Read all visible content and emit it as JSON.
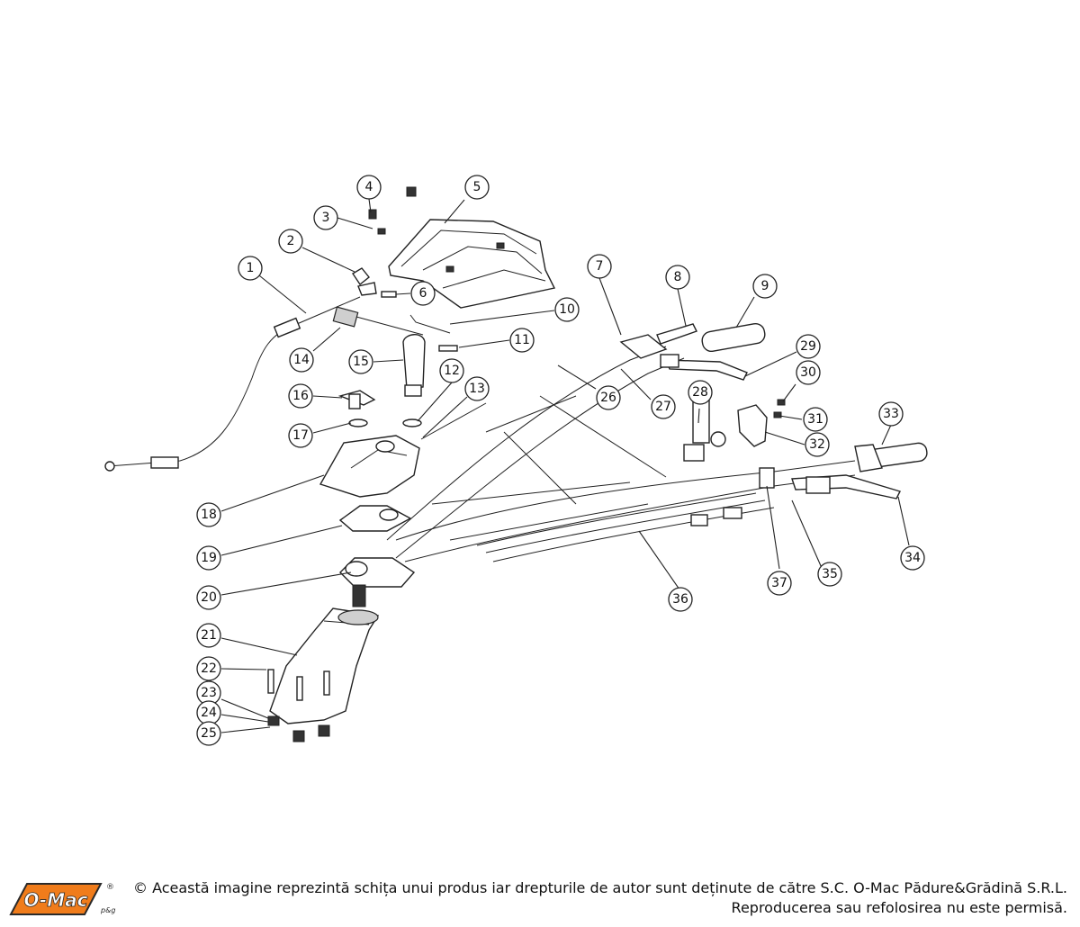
{
  "diagram": {
    "callouts": [
      "1",
      "2",
      "3",
      "4",
      "5",
      "6",
      "7",
      "8",
      "9",
      "10",
      "11",
      "12",
      "13",
      "14",
      "15",
      "16",
      "17",
      "18",
      "19",
      "20",
      "21",
      "22",
      "23",
      "24",
      "25",
      "26",
      "27",
      "28",
      "29",
      "30",
      "31",
      "32",
      "33",
      "34",
      "35",
      "36",
      "37"
    ]
  },
  "footer": {
    "logo_text": "O-Mac",
    "logo_suffix": "p&g",
    "logo_mark": "®",
    "copyright_line1": "© Această imagine reprezintă schița unui produs iar drepturile de autor sunt deținute de către S.C. O-Mac Pădure&Grădină S.R.L.",
    "copyright_line2": "Reproducerea sau refolosirea nu este permisă."
  },
  "colors": {
    "brand_orange": "#f07c1b",
    "line": "#222222",
    "background": "#ffffff"
  }
}
